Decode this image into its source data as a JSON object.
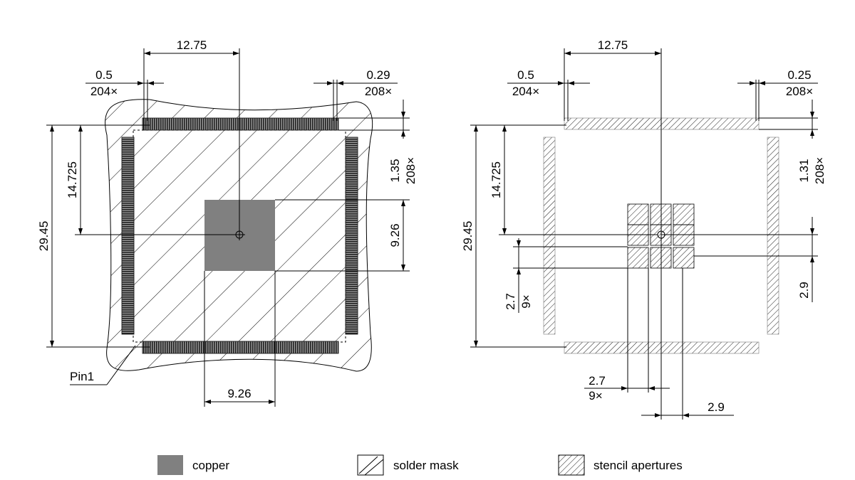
{
  "left_view": {
    "dims": {
      "pitch_x": "12.75",
      "pad_width": "0.5",
      "pad_width_count": "204×",
      "mask_width": "0.29",
      "mask_width_count": "208×",
      "pad_length": "1.35",
      "pad_length_count": "208×",
      "half_span": "14.725",
      "span": "29.45",
      "epad_height": "9.26",
      "epad_width": "9.26"
    },
    "pin1_label": "Pin1"
  },
  "right_view": {
    "dims": {
      "pitch_x": "12.75",
      "aperture_width": "0.5",
      "aperture_width_count": "204×",
      "stencil_width": "0.25",
      "stencil_width_count": "208×",
      "aperture_length": "1.31",
      "aperture_length_count": "208×",
      "half_span": "14.725",
      "span": "29.45",
      "sub_aperture_v": "2.7",
      "sub_aperture_v_count": "9×",
      "sub_pitch_v": "2.9",
      "sub_aperture_h": "2.7",
      "sub_aperture_h_count": "9×",
      "sub_pitch_h": "2.9"
    }
  },
  "legend": {
    "copper": "copper",
    "solder_mask": "solder mask",
    "stencil": "stencil apertures"
  },
  "colors": {
    "copper": "#808080",
    "line": "#000000",
    "background": "#ffffff"
  }
}
